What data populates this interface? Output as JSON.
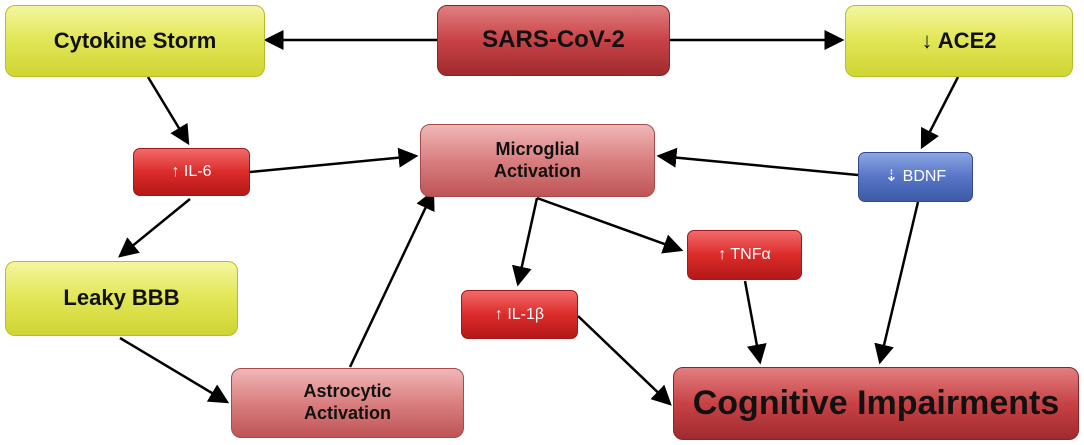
{
  "nodes": {
    "sars": {
      "label": "SARS-CoV-2"
    },
    "cytokine_storm": {
      "label": "Cytokine Storm"
    },
    "ace2": {
      "label": "↓ ACE2"
    },
    "il6": {
      "label": "↑ IL-6"
    },
    "microglial": {
      "line1": "Microglial",
      "line2": "Activation"
    },
    "bdnf": {
      "label": "⇣ BDNF"
    },
    "leaky_bbb": {
      "label": "Leaky BBB"
    },
    "tnfa": {
      "label": "↑ TNFα"
    },
    "il1b": {
      "label": "↑ IL-1β"
    },
    "astrocytic": {
      "line1": "Astrocytic",
      "line2": "Activation"
    },
    "cognitive": {
      "label": "Cognitive Impairments"
    }
  },
  "colors": {
    "arrow": "#000000",
    "yellow_node": "#e3e75a",
    "red_node": "#c84245",
    "soft_red_node": "#d97f80",
    "bright_red_node": "#dc2b2b",
    "blue_node": "#5675c6"
  }
}
